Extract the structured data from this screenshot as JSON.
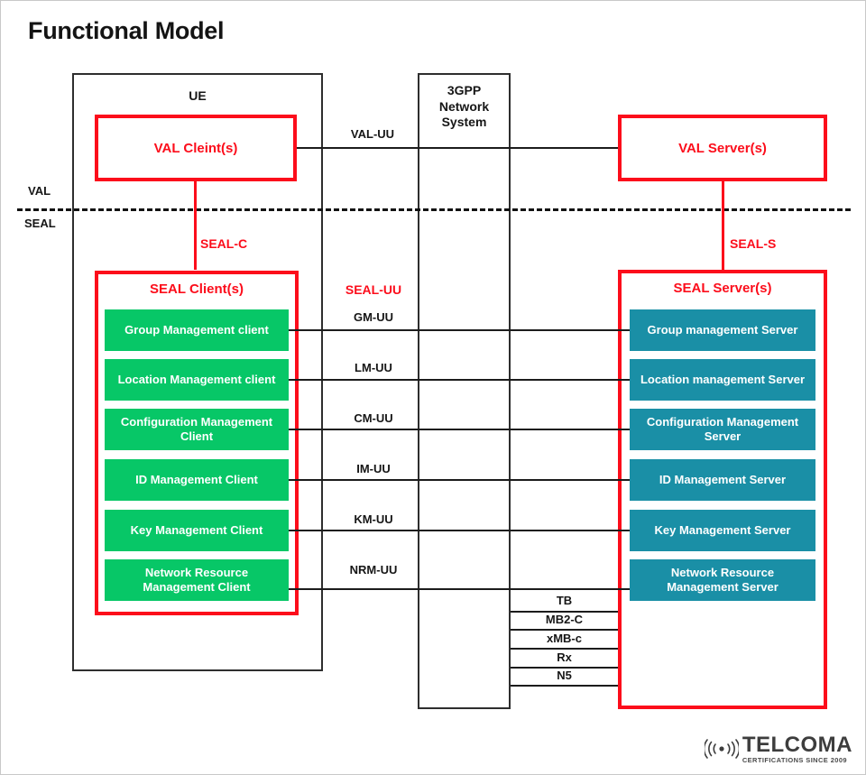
{
  "page": {
    "title": "Functional Model",
    "background": "#ffffff",
    "border_color": "#c9c9c9"
  },
  "colors": {
    "red": "#fc0d1b",
    "black": "#1c1c1c",
    "green": "#07c767",
    "teal": "#1a8fa6",
    "text": "#161616"
  },
  "containers": {
    "ue": {
      "title": "UE"
    },
    "network": {
      "title": "3GPP\nNetwork\nSystem"
    },
    "val_client": {
      "title": "VAL Cleint(s)"
    },
    "val_server": {
      "title": "VAL Server(s)"
    },
    "seal_client": {
      "title": "SEAL Client(s)"
    },
    "seal_server": {
      "title": "SEAL Server(s)"
    }
  },
  "plane_labels": {
    "upper": "VAL",
    "lower": "SEAL"
  },
  "reference_points": {
    "val_uu": "VAL-UU",
    "seal_c": "SEAL-C",
    "seal_s": "SEAL-S",
    "seal_uu": "SEAL-UU"
  },
  "seal_rows": [
    {
      "client": "Group Management client",
      "interface": "GM-UU",
      "server": "Group management Server"
    },
    {
      "client": "Location Management client",
      "interface": "LM-UU",
      "server": "Location management Server"
    },
    {
      "client": "Configuration Management Client",
      "interface": "CM-UU",
      "server": "Configuration Management Server"
    },
    {
      "client": "ID Management Client",
      "interface": "IM-UU",
      "server": "ID Management Server"
    },
    {
      "client": "Key Management Client",
      "interface": "KM-UU",
      "server": "Key Management Server"
    },
    {
      "client": "Network Resource Management Client",
      "interface": "NRM-UU",
      "server": "Network Resource Management Server"
    }
  ],
  "network_interfaces": [
    "TB",
    "MB2-C",
    "xMB-c",
    "Rx",
    "N5"
  ],
  "logo": {
    "name": "TELCOMA",
    "tagline": "CERTIFICATIONS SINCE 2009",
    "icon": "wifi-waves-icon"
  }
}
